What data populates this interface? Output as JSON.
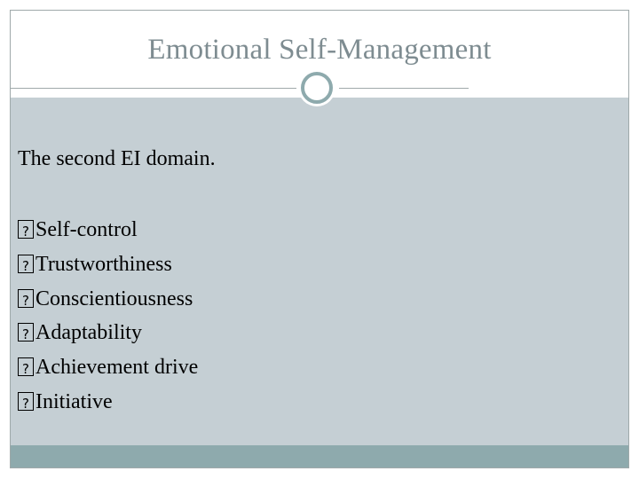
{
  "slide": {
    "title": "Emotional Self-Management",
    "intro": "The second EI domain.",
    "bullet_icon": "missing-glyph-icon",
    "bullets": [
      "Self-control",
      "Trustworthiness",
      "Conscientiousness",
      "Adaptability",
      "Achievement drive",
      "Initiative"
    ]
  },
  "colors": {
    "title_text": "#7e8c91",
    "body_background": "#c5cfd4",
    "footer_bar": "#8eaaad",
    "ring": "#8eaaad",
    "border": "#9fa9aa"
  }
}
